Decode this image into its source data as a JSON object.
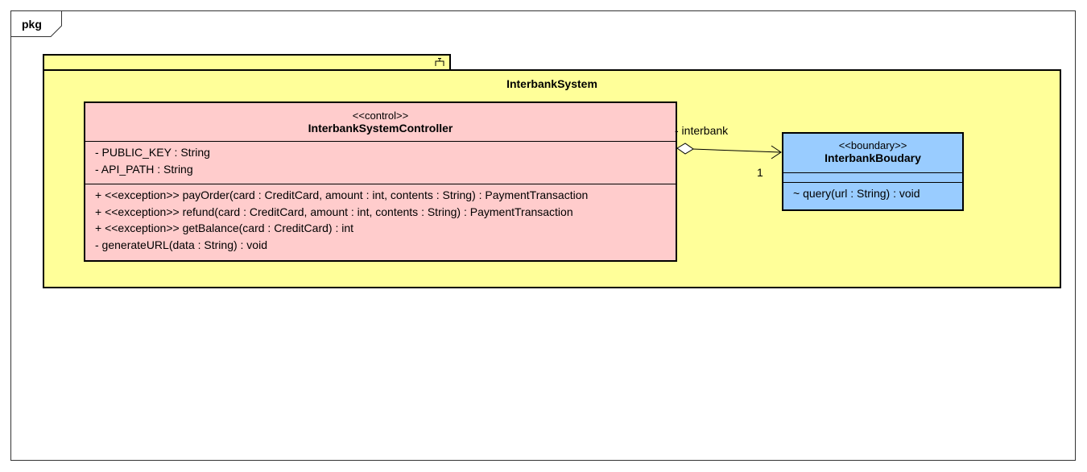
{
  "frame": {
    "label": "pkg"
  },
  "package": {
    "name": "InterbankSystem",
    "tab_icon": "package-icon"
  },
  "classes": {
    "controller": {
      "stereotype": "<<control>>",
      "name": "InterbankSystemController",
      "attributes": [
        "- PUBLIC_KEY : String",
        "- API_PATH : String"
      ],
      "operations": [
        "+ <<exception>> payOrder(card : CreditCard, amount : int, contents : String) : PaymentTransaction",
        "+ <<exception>> refund(card : CreditCard, amount : int, contents : String) : PaymentTransaction",
        "+ <<exception>> getBalance(card : CreditCard) : int",
        "- generateURL(data : String) : void"
      ],
      "color": "#ffcccc"
    },
    "boundary": {
      "stereotype": "<<boundary>>",
      "name": "InterbankBoudary",
      "attributes": [],
      "operations": [
        "~ query(url : String) : void"
      ],
      "color": "#99ccff"
    }
  },
  "association": {
    "role": "- interbank",
    "multiplicity": "1",
    "source_end": "aggregation-diamond",
    "target_end": "open-arrow"
  },
  "colors": {
    "package": "#ffff99",
    "line": "#000000"
  }
}
